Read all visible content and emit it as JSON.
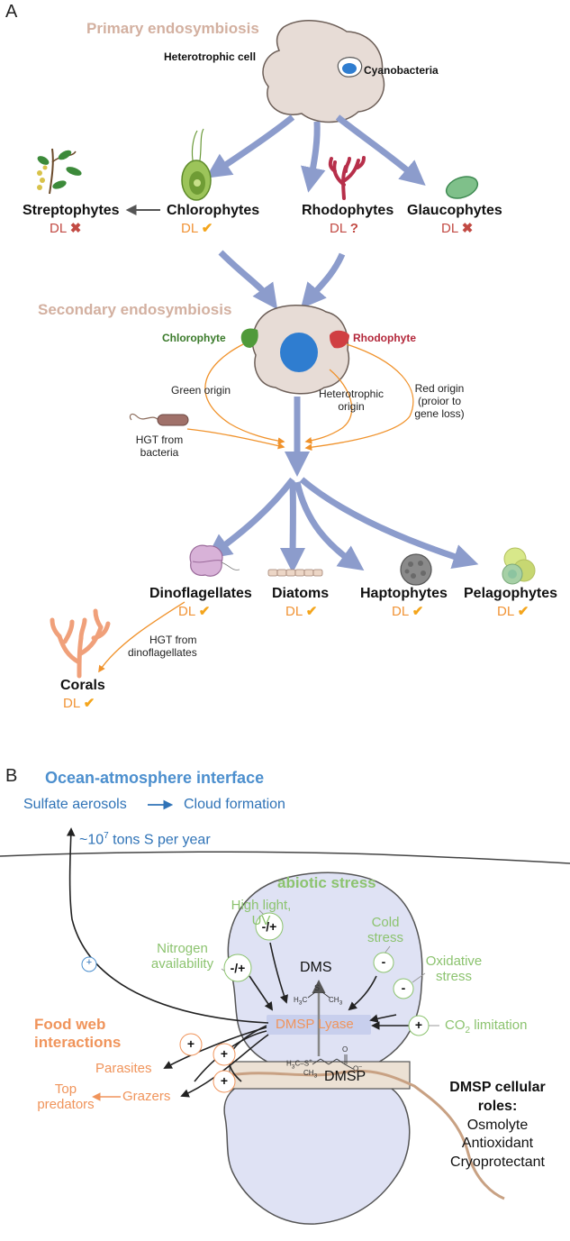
{
  "panel_a": {
    "label": "A",
    "primary_title": "Primary endosymbiosis",
    "heterotrophic_cell": "Heterotrophic cell",
    "cyanobacteria": "Cyanobacteria",
    "lineages": [
      {
        "name": "Streptophytes",
        "dl": "DL",
        "mark": "✖",
        "status": "absent"
      },
      {
        "name": "Chlorophytes",
        "dl": "DL",
        "mark": "✔",
        "status": "present"
      },
      {
        "name": "Rhodophytes",
        "dl": "DL",
        "mark": "?",
        "status": "unknown"
      },
      {
        "name": "Glaucophytes",
        "dl": "DL",
        "mark": "✖",
        "status": "absent"
      }
    ],
    "secondary_title": "Secondary endosymbiosis",
    "chlorophyte": "Chlorophyte",
    "rhodophyte": "Rhodophyte",
    "green_origin": "Green origin",
    "heterotrophic_origin": [
      "Heterotrophic",
      "origin"
    ],
    "red_origin": [
      "Red origin",
      "(proior to",
      "gene loss)"
    ],
    "hgt_bacteria": [
      "HGT from",
      "bacteria"
    ],
    "groups": [
      {
        "name": "Dinoflagellates",
        "dl": "DL",
        "mark": "✔"
      },
      {
        "name": "Diatoms",
        "dl": "DL",
        "mark": "✔"
      },
      {
        "name": "Haptophytes",
        "dl": "DL",
        "mark": "✔"
      },
      {
        "name": "Pelagophytes",
        "dl": "DL",
        "mark": "✔"
      }
    ],
    "hgt_dino": [
      "HGT from",
      "dinoflagellates"
    ],
    "corals": {
      "name": "Corals",
      "dl": "DL",
      "mark": "✔"
    }
  },
  "panel_b": {
    "label": "B",
    "ocean_title": "Ocean-atmosphere interface",
    "sulfate": "Sulfate aerosols",
    "arrow": "⟶",
    "cloud": "Cloud formation",
    "flux": {
      "prefix": "~10",
      "exp": "7",
      "suffix": " tons S per year"
    },
    "abiotic_title": "abiotic stress",
    "high_light": [
      "High light,",
      "UV"
    ],
    "nitrogen": [
      "Nitrogen",
      "availability"
    ],
    "cold": [
      "Cold",
      "stress"
    ],
    "oxidative": [
      "Oxidative",
      "stress"
    ],
    "co2": {
      "prefix": "CO",
      "sub": "2",
      "suffix": " limitation"
    },
    "signs": {
      "flux": "+",
      "high_light": "-/+",
      "nitrogen": "-/+",
      "cold": "-",
      "oxidative": "-",
      "co2": "+",
      "parasites": "+",
      "grazers_top": "+",
      "grazers_bottom": "+"
    },
    "dms": "DMS",
    "lyase": "DMSP Lyase",
    "dmsp": "DMSP",
    "food_web_title": [
      "Food web",
      "interactions"
    ],
    "parasites": "Parasites",
    "grazers": "Grazers",
    "top_predators": [
      "Top",
      "predators"
    ],
    "roles_title": [
      "DMSP cellular",
      "roles:"
    ],
    "roles": [
      "Osmolyte",
      "Antioxidant",
      "Cryoprotectant"
    ]
  },
  "colors": {
    "tan_header": "#d3b0a0",
    "big_arrow": "#8c9ccc",
    "orange_arrow": "#f0922b",
    "check": "#f4a51c",
    "cross": "#c24a43",
    "ocean_blue": "#2f73b7",
    "abiotic_green": "#8cc36f",
    "food_web_orange": "#f0945b",
    "cell_fill": "#dfe2f4"
  }
}
